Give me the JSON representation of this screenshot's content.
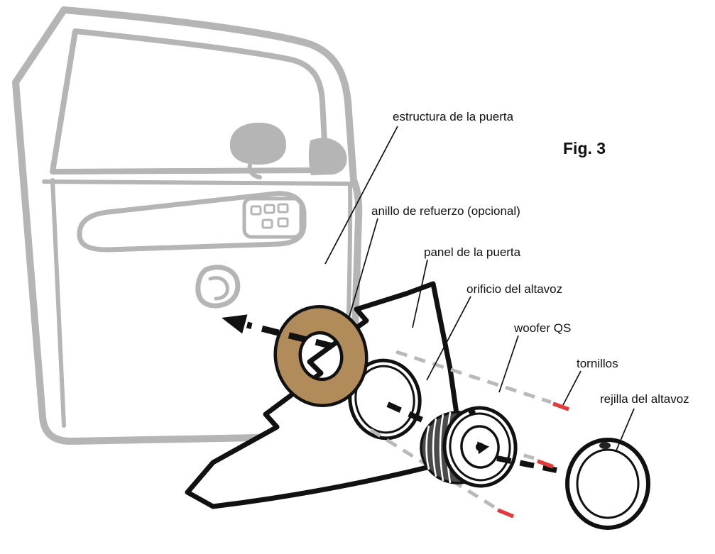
{
  "figure": {
    "caption": "Fig. 3",
    "labels": [
      {
        "id": "estructura",
        "text": "estructura de la puerta"
      },
      {
        "id": "anillo",
        "text": "anillo de refuerzo (opcional)"
      },
      {
        "id": "panel",
        "text": "panel de la puerta"
      },
      {
        "id": "orificio",
        "text": "orificio del altavoz"
      },
      {
        "id": "woofer",
        "text": "woofer QS"
      },
      {
        "id": "tornillos",
        "text": "tornillos"
      },
      {
        "id": "rejilla",
        "text": "rejilla del altavoz"
      }
    ],
    "colors": {
      "ring_fill": "#b18b5a",
      "door_line": "#b5b5b5",
      "screw_mark": "#e23b3b",
      "guide_dash": "#b9b9b9",
      "ink": "#111111"
    }
  }
}
